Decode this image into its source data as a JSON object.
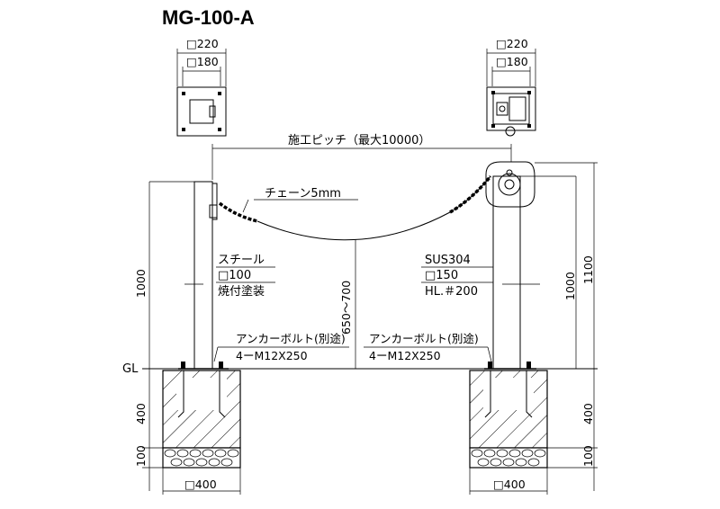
{
  "title": "MG-100-A",
  "left_plan": {
    "outer": "□220",
    "inner": "□180"
  },
  "right_plan": {
    "outer": "□220",
    "inner": "□180"
  },
  "pitch_label": "施工ピッチ（最大10000）",
  "chain_label": "チェーン5mm",
  "left_post": {
    "material": "スチール",
    "size": "□100",
    "finish": "焼付塗装",
    "height": "1000"
  },
  "right_post": {
    "material": "SUS304",
    "size": "□150",
    "finish": "HL.＃200",
    "height": "1000",
    "total_height": "1100"
  },
  "sag_range": "650～700",
  "left_anchor": {
    "label": "アンカーボルト(別途)",
    "spec": "4ーM12X250"
  },
  "right_anchor": {
    "label": "アンカーボルト(別途)",
    "spec": "4ーM12X250"
  },
  "gl_label": "GL",
  "foundation": {
    "left_depth": "400",
    "left_gravel": "100",
    "right_depth": "400",
    "right_gravel": "100",
    "left_width": "□400",
    "right_width": "□400"
  }
}
